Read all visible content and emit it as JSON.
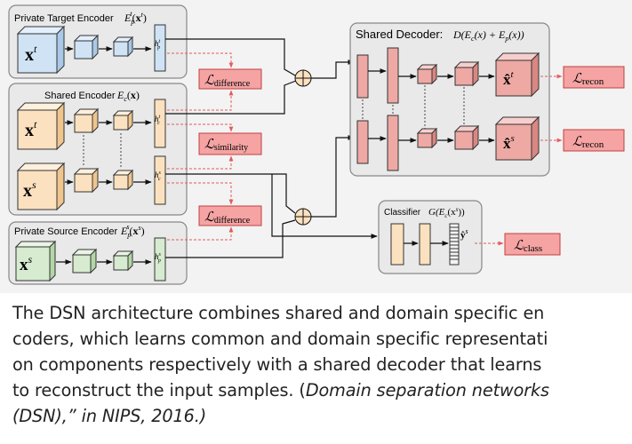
{
  "figure": {
    "encoders": {
      "private_target": {
        "title": "Private Target Encoder",
        "func": "E",
        "func_sub": "p",
        "func_sup": "t",
        "arg": "x",
        "arg_sup": "t",
        "input": "x",
        "input_sup": "t",
        "hidden": "h",
        "hidden_sub": "p",
        "hidden_sup": "t"
      },
      "shared": {
        "title": "Shared Encoder",
        "func": "E",
        "func_sub": "c",
        "arg": "x",
        "input_t": "x",
        "input_t_sup": "t",
        "input_s": "x",
        "input_s_sup": "s",
        "hidden_t": "h",
        "hidden_t_sub": "c",
        "hidden_t_sup": "t",
        "hidden_s": "h",
        "hidden_s_sub": "c",
        "hidden_s_sup": "s"
      },
      "private_source": {
        "title": "Private Source Encoder",
        "func": "E",
        "func_sub": "p",
        "func_sup": "s",
        "arg": "x",
        "arg_sup": "s",
        "input": "x",
        "input_sup": "s",
        "hidden": "h",
        "hidden_sub": "p",
        "hidden_sup": "s"
      }
    },
    "decoder": {
      "title": "Shared Decoder:",
      "formula": "D(E",
      "formula_sub1": "c",
      "formula_mid": "(x) + E",
      "formula_sub2": "p",
      "formula_end": "(x))",
      "out_t": "x̂",
      "out_t_sup": "t",
      "out_s": "x̂",
      "out_s_sup": "s"
    },
    "classifier": {
      "title": "Classifier",
      "func": "G(E",
      "func_sub": "c",
      "arg": "(x",
      "arg_sup": "s",
      "arg_end": "))",
      "out": "ŷ",
      "out_sup": "s"
    },
    "losses": {
      "difference_top": {
        "L": "ℒ",
        "sub": "difference"
      },
      "similarity": {
        "L": "ℒ",
        "sub": "similarity"
      },
      "difference_bottom": {
        "L": "ℒ",
        "sub": "difference"
      },
      "recon_top": {
        "L": "ℒ",
        "sub": "recon"
      },
      "recon_bottom": {
        "L": "ℒ",
        "sub": "recon"
      },
      "class": {
        "L": "ℒ",
        "sub": "class"
      }
    }
  },
  "caption": {
    "lines": [
      "The DSN architecture combines shared and domain specific en",
      "coders, which learns common and domain specific representati",
      "on components respectively with a shared decoder that learns",
      "to reconstruct the input samples. ("
    ],
    "citation_part1": "Domain separation networks",
    "citation_part2": "(DSN),” in NIPS, 2016.)"
  },
  "colors": {
    "target_blue": "#cfe3f5",
    "shared_orange": "#fbe1bf",
    "source_green": "#d6ebcf",
    "loss_red": "#f5a3a3",
    "decoder_red": "#eea9a4",
    "arrow_red": "#e25a5a"
  }
}
